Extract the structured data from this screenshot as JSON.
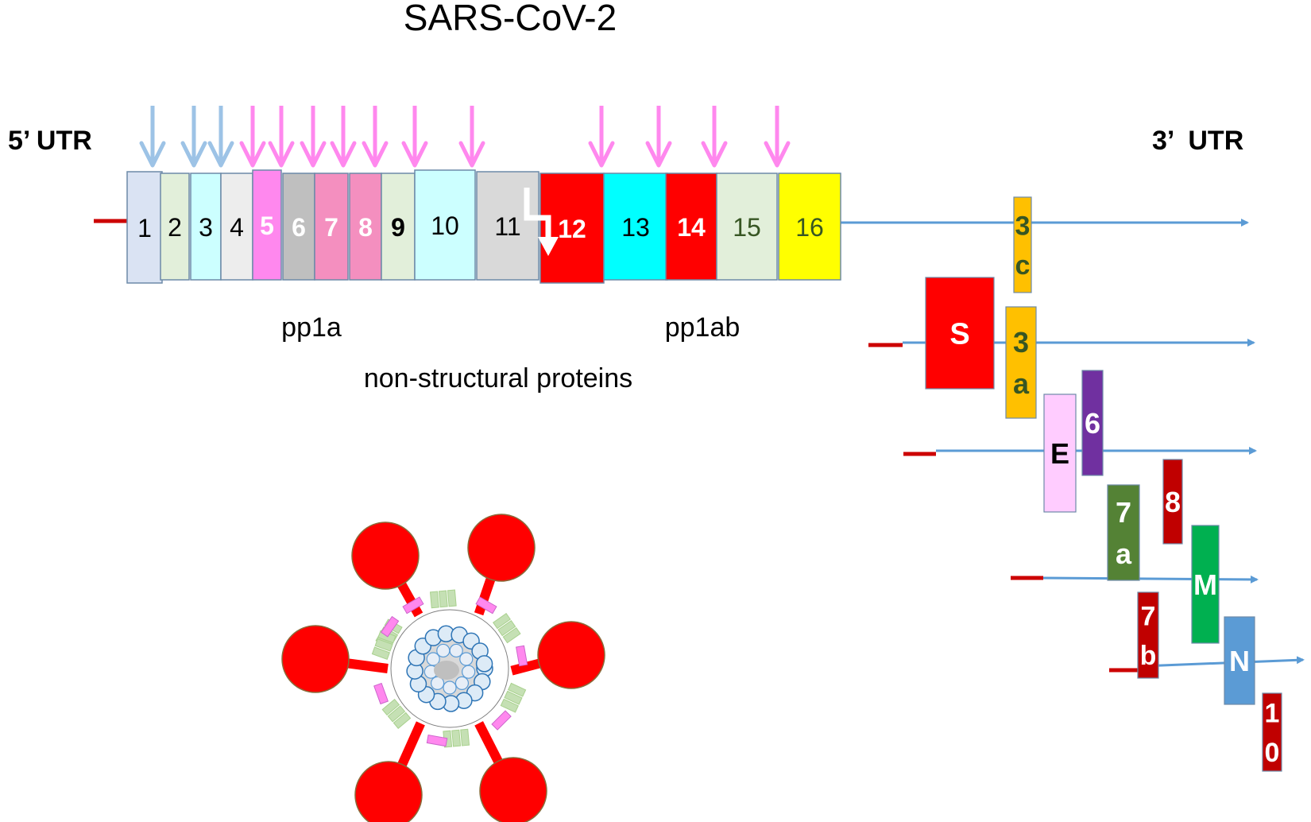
{
  "title": "SARS-CoV-2",
  "utr5": "5’ UTR",
  "utr3": "3’  UTR",
  "label_pp1a": "pp1a",
  "label_pp1ab": "pp1ab",
  "label_nsp": "non-structural proteins",
  "colors": {
    "ribbon_blue": "#5b9bd5",
    "red_line": "#cc0000",
    "arrow_blue": "#9dc3e6",
    "arrow_pink": "#ff88ee",
    "spike": "#ff0000"
  },
  "nsps": [
    {
      "label": "1",
      "fill": "#dae3f3",
      "text": "#000000"
    },
    {
      "label": "2",
      "fill": "#e2efda",
      "text": "#000000"
    },
    {
      "label": "3",
      "fill": "#ccffff",
      "text": "#000000"
    },
    {
      "label": "4",
      "fill": "#ededed",
      "text": "#000000"
    },
    {
      "label": "5",
      "fill": "#ff88ee",
      "text": "#ffffff"
    },
    {
      "label": "6",
      "fill": "#bfbfbf",
      "text": "#ffffff"
    },
    {
      "label": "7",
      "fill": "#f48fbf",
      "text": "#ffffff"
    },
    {
      "label": "8",
      "fill": "#f48fbf",
      "text": "#ffffff"
    },
    {
      "label": "9",
      "fill": "#e2efda",
      "text": "#000000"
    },
    {
      "label": "10",
      "fill": "#ccffff",
      "text": "#000000"
    },
    {
      "label": "11",
      "fill": "#d9d9d9",
      "text": "#000000"
    },
    {
      "label": "12",
      "fill": "#ff0000",
      "text": "#ffffff"
    },
    {
      "label": "13",
      "fill": "#00ffff",
      "text": "#000000"
    },
    {
      "label": "14",
      "fill": "#ff0000",
      "text": "#ffffff"
    },
    {
      "label": "15",
      "fill": "#e2efda",
      "text": "#375623"
    },
    {
      "label": "16",
      "fill": "#ffff00",
      "text": "#375623"
    }
  ],
  "orfs": [
    {
      "id": "3c",
      "chars": [
        "3",
        "c"
      ],
      "fill": "#ffc000",
      "text": "#375623"
    },
    {
      "id": "S",
      "chars": [
        "S"
      ],
      "fill": "#ff0000",
      "text": "#ffffff"
    },
    {
      "id": "3a",
      "chars": [
        "3",
        "a"
      ],
      "fill": "#ffc000",
      "text": "#375623"
    },
    {
      "id": "E",
      "chars": [
        "E"
      ],
      "fill": "#ffccff",
      "text": "#000000"
    },
    {
      "id": "6",
      "chars": [
        "6"
      ],
      "fill": "#7030a0",
      "text": "#ffffff"
    },
    {
      "id": "7a",
      "chars": [
        "7",
        "a"
      ],
      "fill": "#548235",
      "text": "#ffffff"
    },
    {
      "id": "8",
      "chars": [
        "8"
      ],
      "fill": "#c00000",
      "text": "#ffffff"
    },
    {
      "id": "M",
      "chars": [
        "M"
      ],
      "fill": "#00b050",
      "text": "#ffffff"
    },
    {
      "id": "7b",
      "chars": [
        "7",
        "b"
      ],
      "fill": "#c00000",
      "text": "#ffffff"
    },
    {
      "id": "N",
      "chars": [
        "N"
      ],
      "fill": "#5b9bd5",
      "text": "#ffffff"
    },
    {
      "id": "10",
      "chars": [
        "1",
        "0"
      ],
      "fill": "#c00000",
      "text": "#ffffff"
    }
  ]
}
